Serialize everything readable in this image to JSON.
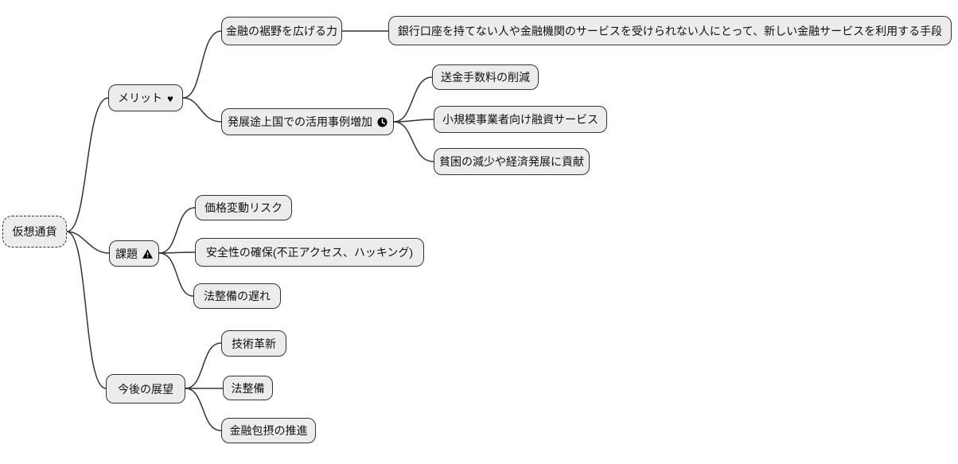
{
  "diagram": {
    "type": "mindmap",
    "root": {
      "label": "仮想通貨"
    },
    "branches": [
      {
        "label": "メリット",
        "icon": "heart-icon",
        "children": [
          {
            "label": "金融の裾野を広げる力",
            "children": [
              {
                "label": "銀行口座を持てない人や金融機関のサービスを受けられない人にとって、新しい金融サービスを利用する手段"
              }
            ]
          },
          {
            "label": "発展途上国での活用事例増加",
            "icon": "clock-icon",
            "children": [
              {
                "label": "送金手数料の削減"
              },
              {
                "label": "小規模事業者向け融資サービス"
              },
              {
                "label": "貧困の減少や経済発展に貢献"
              }
            ]
          }
        ]
      },
      {
        "label": "課題",
        "icon": "warning-icon",
        "children": [
          {
            "label": "価格変動リスク"
          },
          {
            "label": "安全性の確保(不正アクセス、ハッキング)"
          },
          {
            "label": "法整備の遅れ"
          }
        ]
      },
      {
        "label": "今後の展望",
        "children": [
          {
            "label": "技術革新"
          },
          {
            "label": "法整備"
          },
          {
            "label": "金融包摂の推進"
          }
        ]
      }
    ],
    "icons": {
      "heart": "♥"
    },
    "colors": {
      "node_fill": "#ececec",
      "node_border": "#333333",
      "edge": "#333333",
      "background": "#ffffff"
    }
  }
}
